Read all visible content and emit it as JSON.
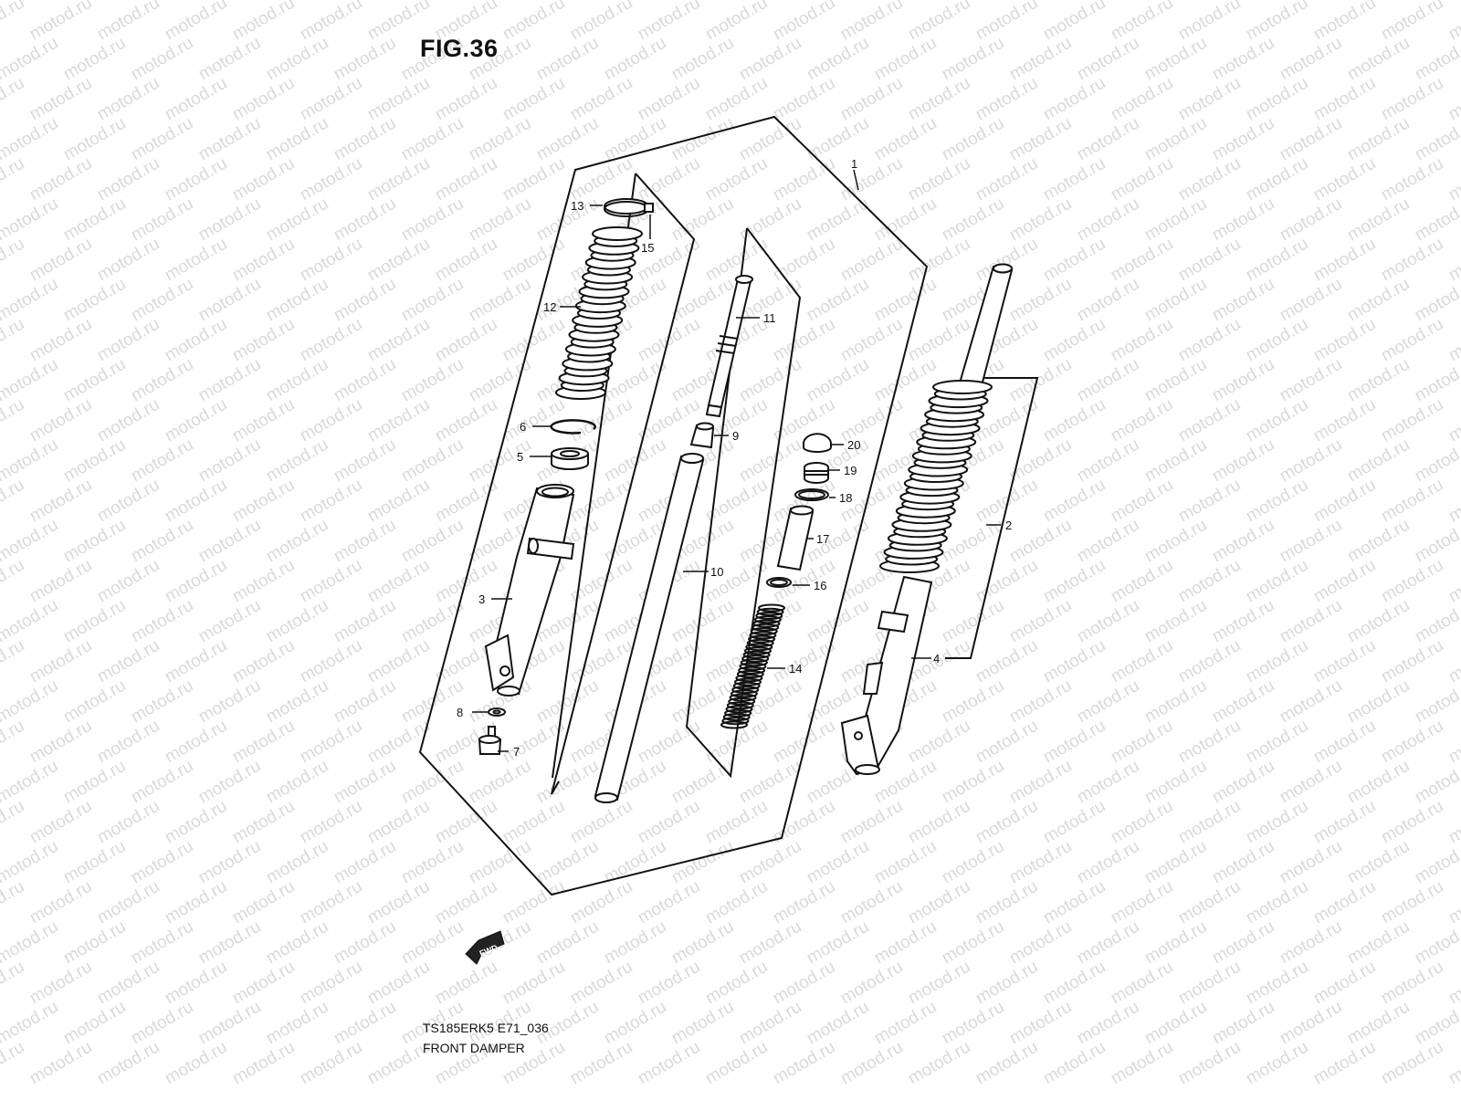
{
  "figure": {
    "title": "FIG.36",
    "model_code": "TS185ERK5 E71_036",
    "section_name": "FRONT DAMPER",
    "watermark": "motod.ru",
    "fwd_label": "FWD"
  },
  "callouts": [
    {
      "id": "c1",
      "num": "1"
    },
    {
      "id": "c2",
      "num": "2"
    },
    {
      "id": "c3",
      "num": "3"
    },
    {
      "id": "c4",
      "num": "4"
    },
    {
      "id": "c5",
      "num": "5"
    },
    {
      "id": "c6",
      "num": "6"
    },
    {
      "id": "c7",
      "num": "7"
    },
    {
      "id": "c8",
      "num": "8"
    },
    {
      "id": "c9",
      "num": "9"
    },
    {
      "id": "c10",
      "num": "10"
    },
    {
      "id": "c11",
      "num": "11"
    },
    {
      "id": "c12",
      "num": "12"
    },
    {
      "id": "c13",
      "num": "13"
    },
    {
      "id": "c14",
      "num": "14"
    },
    {
      "id": "c15",
      "num": "15"
    },
    {
      "id": "c16",
      "num": "16"
    },
    {
      "id": "c17",
      "num": "17"
    },
    {
      "id": "c18",
      "num": "18"
    },
    {
      "id": "c19",
      "num": "19"
    },
    {
      "id": "c20",
      "num": "20"
    }
  ],
  "colors": {
    "line": "#111111",
    "watermark": "#d9d9d9",
    "background": "#ffffff"
  }
}
